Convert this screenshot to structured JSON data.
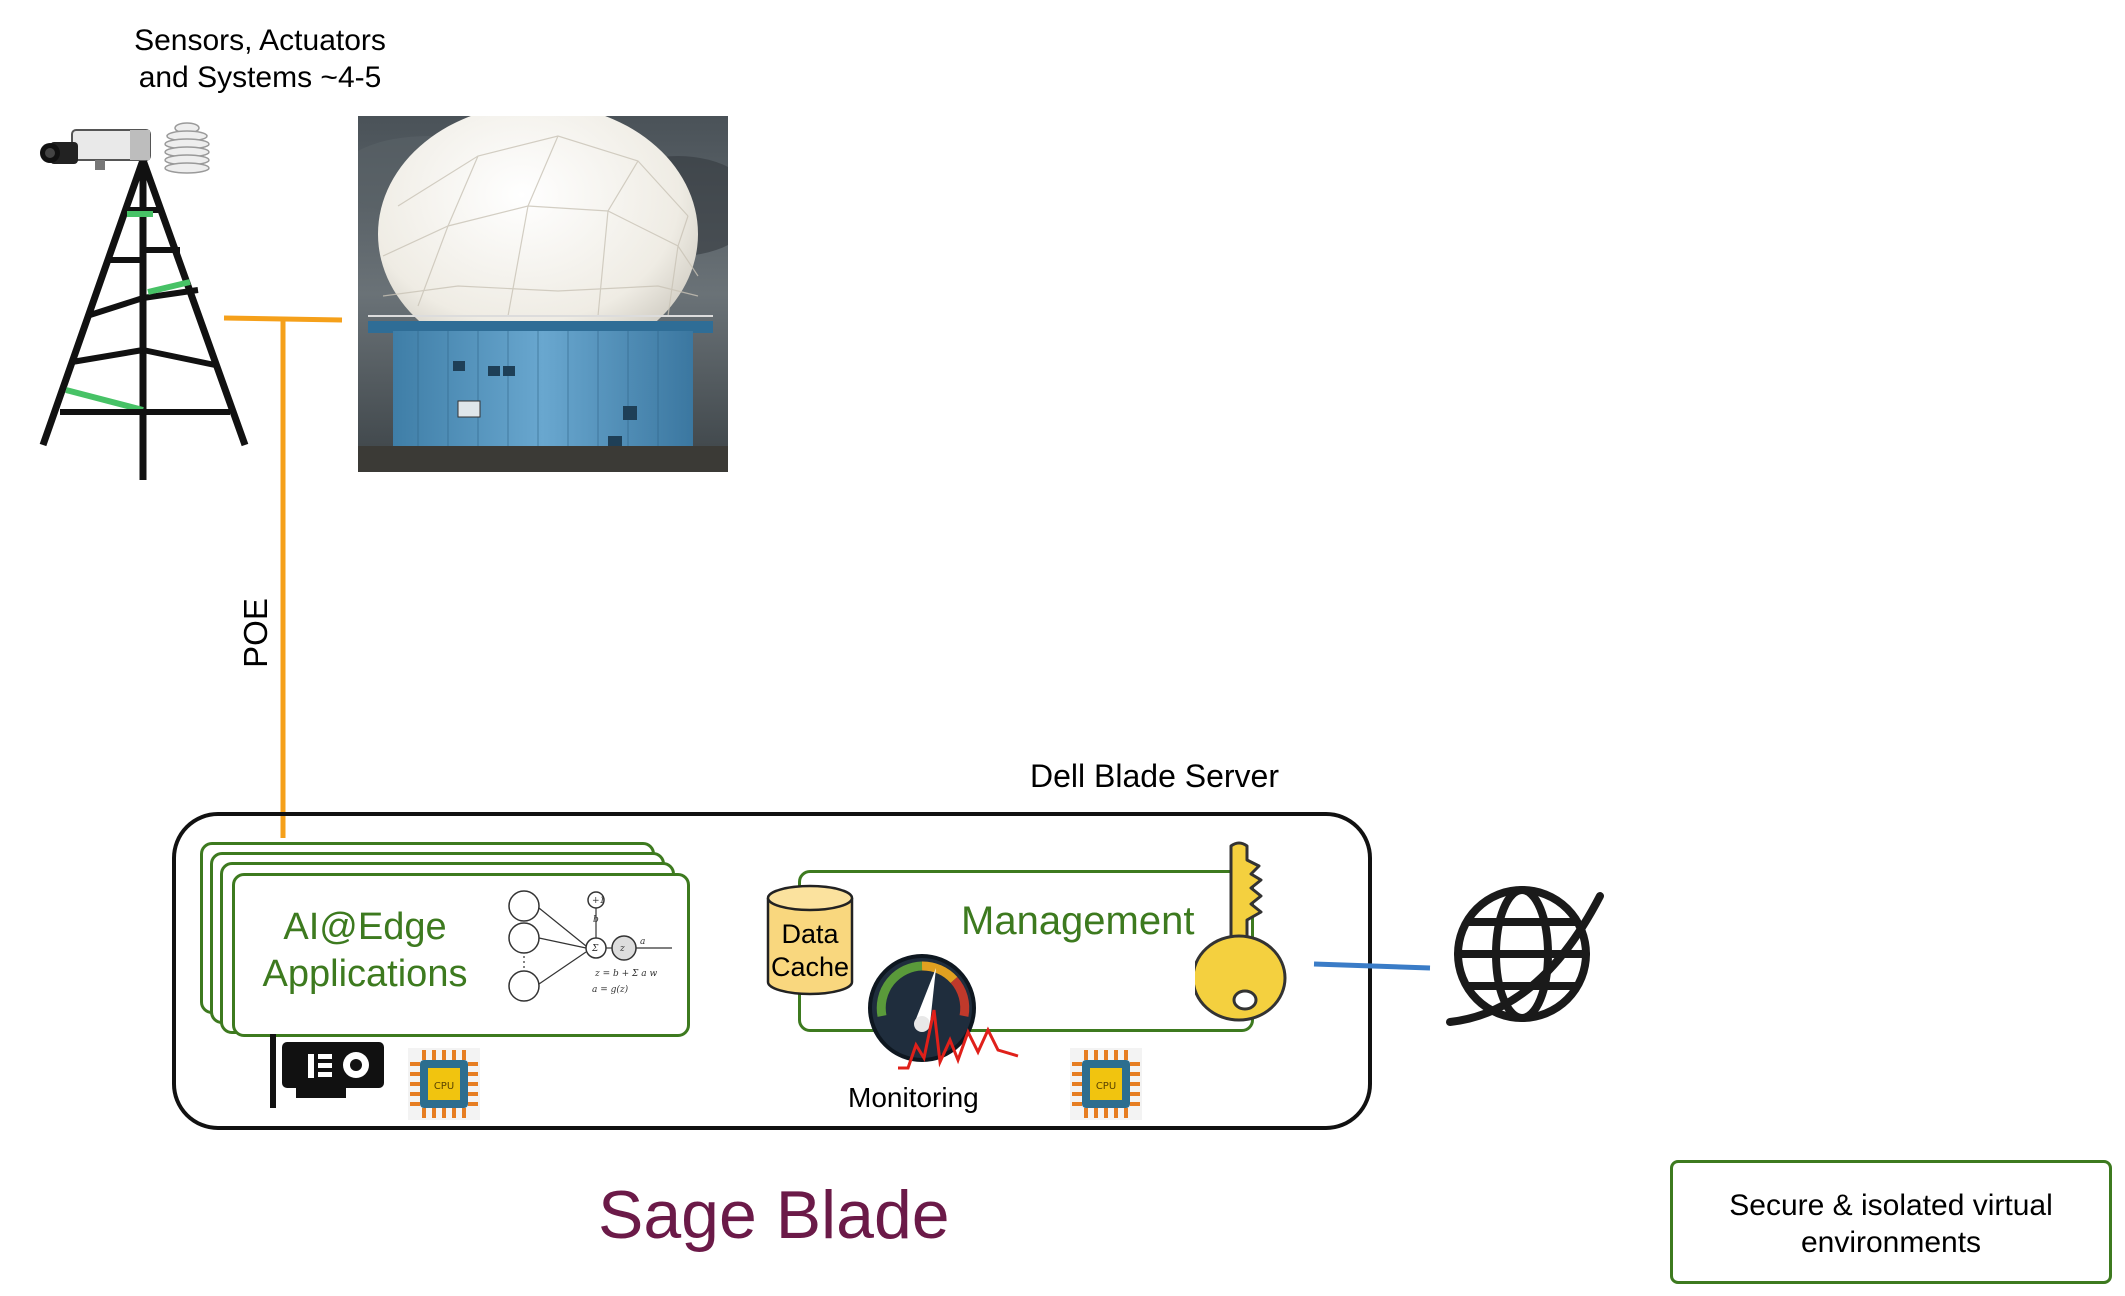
{
  "sensors": {
    "line1": "Sensors, Actuators",
    "line2": "and Systems ~4-5"
  },
  "connection": {
    "label": "POE"
  },
  "server": {
    "label": "Dell Blade Server",
    "apps": {
      "line1": "AI@Edge",
      "line2": "Applications"
    },
    "management": {
      "label": "Management"
    },
    "cache": {
      "line1": "Data",
      "line2": "Cache"
    },
    "monitoring": {
      "label": "Monitoring"
    },
    "cpu_chip_text": "CPU"
  },
  "title": "Sage Blade",
  "legend": {
    "line1": "Secure & isolated virtual",
    "line2": "environments"
  },
  "colors": {
    "green": "#3d7a1f",
    "orange": "#f5a01a",
    "blue": "#3a7cc7",
    "title": "#6b1a48",
    "key": "#f4d03f",
    "cache": "#f9d77e"
  },
  "icons": [
    "camera-icon",
    "radiation-shield-icon",
    "tower-icon",
    "radar-dome-image",
    "neural-net-icon",
    "gpu-card-icon",
    "cpu-icon",
    "database-icon",
    "gauge-icon",
    "key-icon",
    "globe-icon"
  ]
}
